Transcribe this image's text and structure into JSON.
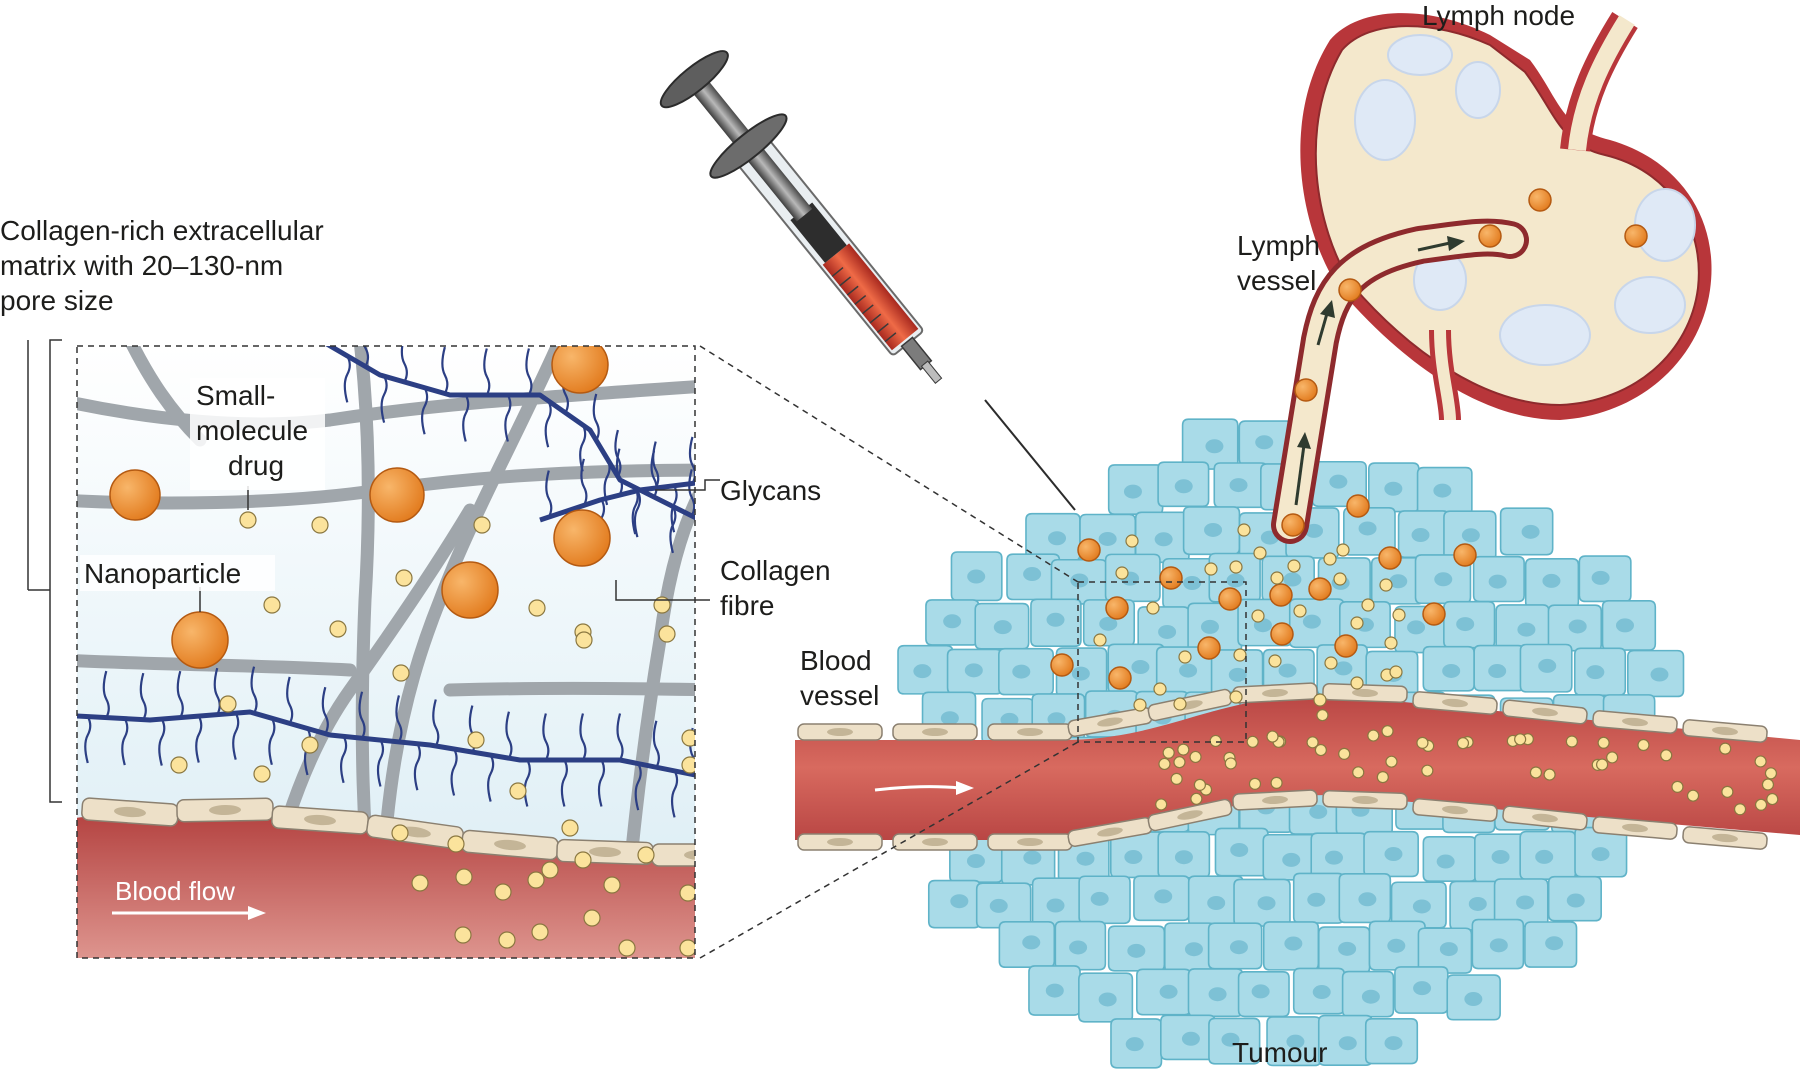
{
  "labels": {
    "ecm_line1": "Collagen-rich extracellular",
    "ecm_line2": "matrix with 20–130-nm",
    "ecm_line3": "pore size",
    "small_line1": "Small-",
    "small_line2": "molecule",
    "small_line3": "drug",
    "nanoparticle": "Nanoparticle",
    "glycans": "Glycans",
    "collagen_line1": "Collagen",
    "collagen_line2": "fibre",
    "blood_flow": "Blood flow",
    "blood_vessel_line1": "Blood",
    "blood_vessel_line2": "vessel",
    "lymph_vessel_line1": "Lymph",
    "lymph_vessel_line2": "vessel",
    "lymph_node": "Lymph node",
    "tumour": "Tumour"
  },
  "colors": {
    "tumour_cell": "#a9dbe8",
    "tumour_cell_edge": "#5fb3c8",
    "nucleus": "#6fb8cf",
    "nanoparticle": "#ef8a2a",
    "small_drug": "#fbe39c",
    "blood": "#c8514e",
    "endothelium": "#ede0c8",
    "collagen": "#9ea4a9",
    "glycan": "#2c3f84",
    "lymph_wall": "#f4e8cc",
    "lymph_vessel_red": "#b8363a"
  }
}
